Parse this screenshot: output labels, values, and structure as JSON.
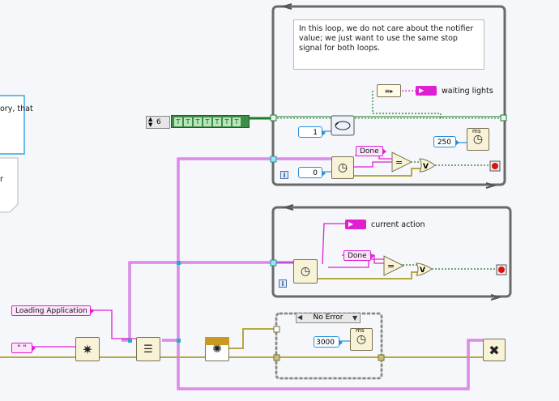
{
  "notes": {
    "loop_comment": "In this loop, we do not care about the notifier value; we just want to use the same stop signal for both loops.",
    "left_note_1": "ory, that",
    "left_note_2": "r"
  },
  "upper_loop": {
    "label_waiting_lights": "waiting lights",
    "const_1": "1",
    "const_250": "250",
    "const_0": "0",
    "const_done": "Done",
    "info_icon": "i"
  },
  "lower_loop": {
    "label_current_action": "current action",
    "const_done": "Done",
    "info_icon": "i"
  },
  "array_control": {
    "value": "6",
    "elements": [
      "T",
      "T",
      "T",
      "T",
      "T",
      "T",
      "T"
    ]
  },
  "main": {
    "loading_text": "Loading Application",
    "string_const_small": "\" \"",
    "case_selector": "No Error",
    "case_timeout": "3000",
    "ms_label": "ms"
  },
  "colors": {
    "error_wire": "#b8a840",
    "string_wire": "#e01fd2",
    "numeric_wire": "#2b8fd6",
    "boolean_wire": "#1d7a2a",
    "loop_border": "#6a6a6a"
  }
}
